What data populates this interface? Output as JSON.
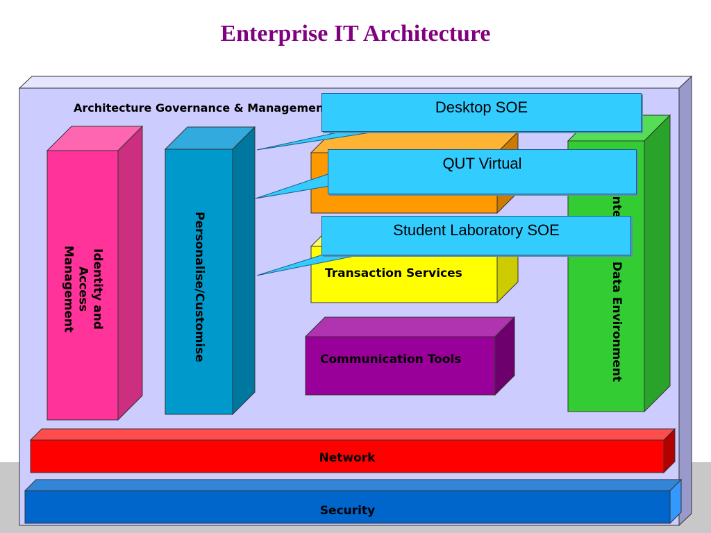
{
  "title": "Enterprise IT Architecture",
  "governance_label": "Architecture Governance & Management",
  "layers": {
    "identity": "Identity and Access Management",
    "personalise": "Personalise/Customise",
    "enterprise_data": "Enterprise Data Environment",
    "transaction": "Transaction Services",
    "communication": "Communication Tools",
    "network": "Network",
    "security": "Security"
  },
  "callouts": {
    "desktop": "Desktop SOE",
    "qut": "QUT Virtual",
    "student_lab": "Student Laboratory SOE"
  },
  "colors": {
    "title": "#800080",
    "container": "#ccccff",
    "identity": "#ff3399",
    "personalise": "#0099cc",
    "enterprise_data": "#33cc33",
    "orange_block": "#ff9900",
    "transaction": "#ffff00",
    "communication": "#990099",
    "network": "#ff0000",
    "security": "#0066cc",
    "callout": "#33ccff"
  }
}
